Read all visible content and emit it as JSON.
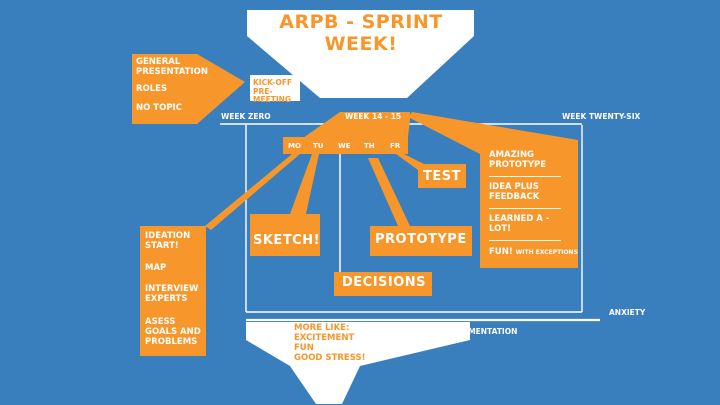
{
  "title": "ARPB - SPRINT WEEK!",
  "kickoff_box": {
    "items": [
      "GENERAL PRESENTATION",
      "ROLES",
      "NO TOPIC"
    ],
    "tag": "KICK-OFF PRE-MEETING"
  },
  "timeline": {
    "start": "WEEK ZERO",
    "middle": "WEEK 14 - 15",
    "end": "WEEK TWENTY-SIX"
  },
  "days": [
    "MO",
    "TU",
    "WE",
    "TH",
    "FR"
  ],
  "monday_box": {
    "items": [
      "IDEATION START!",
      "MAP",
      "INTERVIEW EXPERTS",
      "ASESS GOALS AND PROBLEMS"
    ]
  },
  "stages": {
    "sketch": "SKETCH!",
    "decisions": "DECISIONS",
    "prototype": "PROTOTYPE",
    "test": "TEST"
  },
  "results_box": {
    "items": [
      "AMAZING PROTOTYPE",
      "IDEA PLUS FEEDBACK",
      "LEARNED A - LOT!"
    ],
    "last": "FUN!",
    "last_note": "WITH EXCEPTIONS"
  },
  "bottom": {
    "anxiety": "ANXIETY",
    "documentation": "DOCUMENTATION",
    "more_like": [
      "MORE LIKE:",
      "EXCITEMENT",
      "FUN",
      "GOOD STRESS!"
    ]
  },
  "colors": {
    "background": "#3a7fbd",
    "orange": "#f7962b",
    "white": "#ffffff"
  }
}
